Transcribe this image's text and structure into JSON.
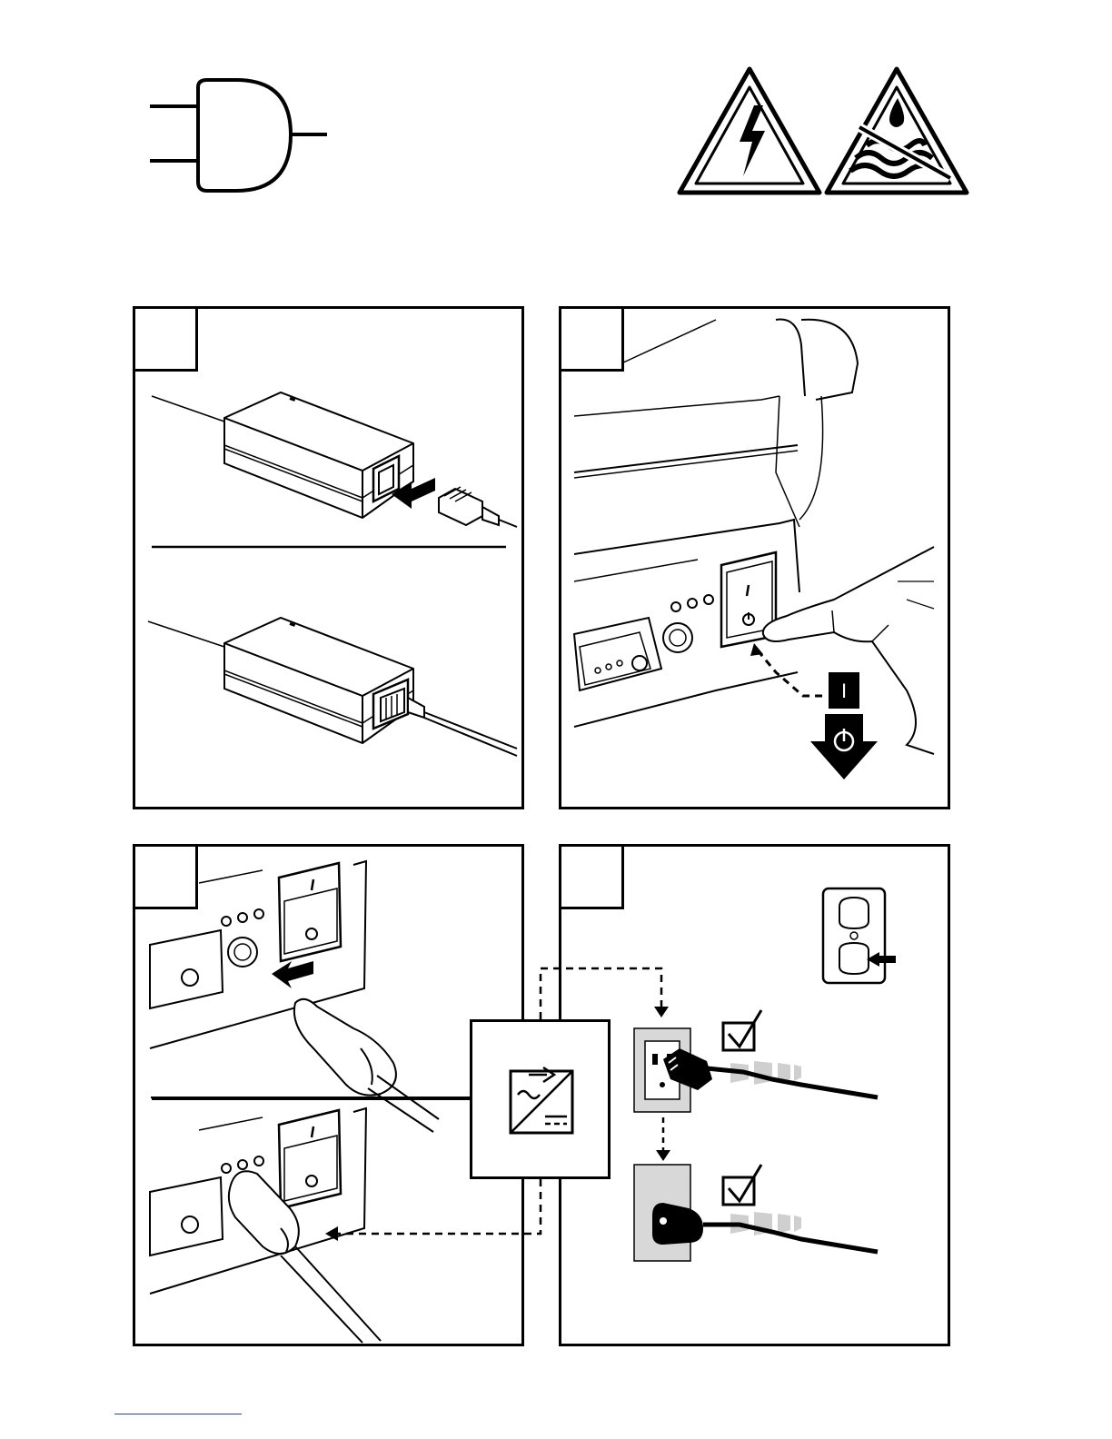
{
  "header": {
    "plug_symbol_icon": "power-plug-symbol-icon",
    "warning_icons": [
      "electric-shock-warning-icon",
      "no-liquids-warning-icon"
    ]
  },
  "panels": [
    {
      "id": "connect-adapter",
      "step_number": "",
      "icon": "power-adapter-icon"
    },
    {
      "id": "power-switch-off",
      "step_number": "",
      "icon": "power-switch-icon",
      "switch_labels": [
        "I",
        "⏻"
      ]
    },
    {
      "id": "plug-printer",
      "step_number": "",
      "icon": "dc-jack-icon"
    },
    {
      "id": "plug-wall",
      "step_number": "",
      "icon": "wall-outlet-icon"
    }
  ],
  "colors": {
    "ink": "#000000",
    "paper": "#ffffff",
    "shade": "#cfcfcf"
  }
}
